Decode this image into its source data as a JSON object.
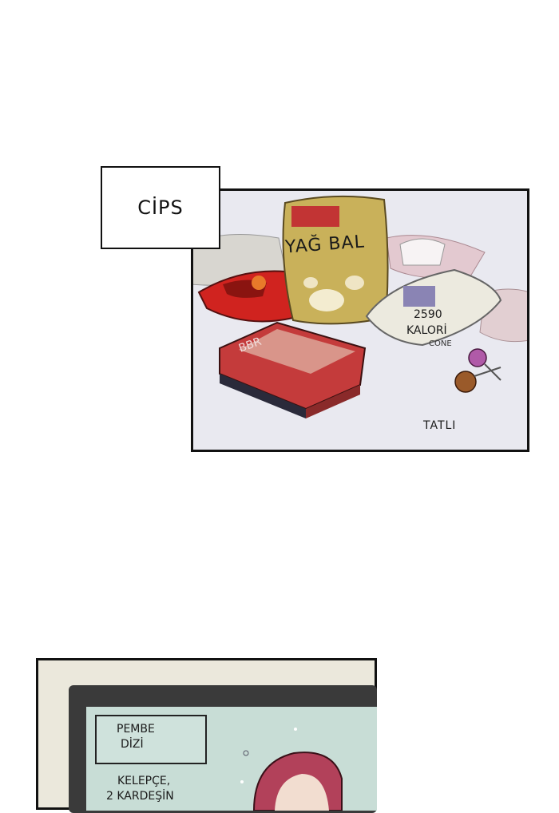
{
  "panel1": {
    "caption": "CİPS",
    "bag_label": "YAĞ BAL",
    "kalori_line1": "2590",
    "kalori_line2": "KALORİ",
    "cone_text": "CONE",
    "tatli": "TATLI",
    "box_logo": "BBR"
  },
  "panel2": {
    "caption_line1": "PEMBE",
    "caption_line2": "DİZİ",
    "text_line1": "KELEPÇE,",
    "text_line2": "2 KARDEŞİN"
  }
}
